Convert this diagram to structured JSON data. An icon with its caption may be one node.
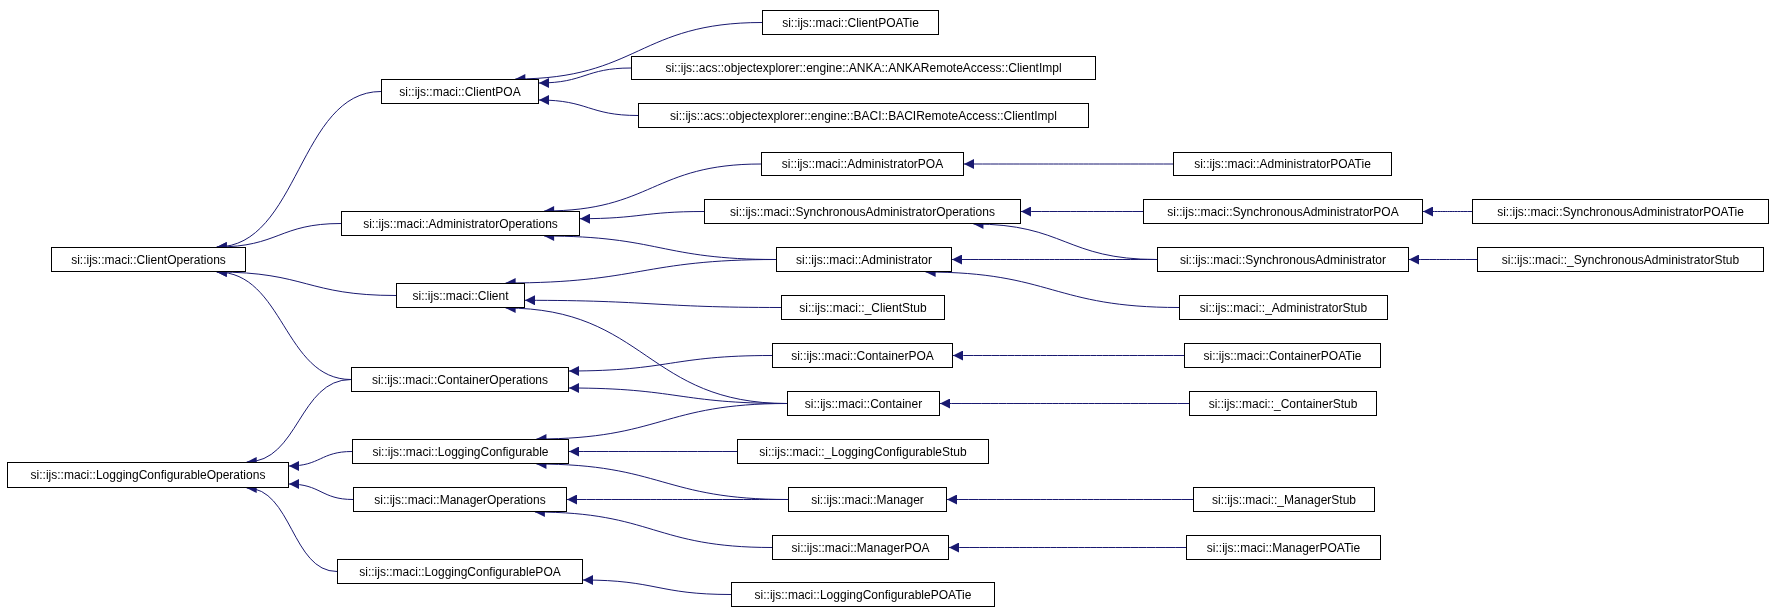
{
  "diagram": {
    "nodes": [
      {
        "text": [
          "si::ijs::maci::ClientOperations"
        ]
      },
      {
        "text": [
          "si::ijs::maci::ClientPOA"
        ]
      },
      {
        "text": [
          "si::ijs::maci::ClientPOATie"
        ]
      },
      {
        "text": [
          "si::ijs::acs::objectexplorer::engine::ANKA::ANKARemoteAccess::ClientImpl"
        ]
      },
      {
        "text": [
          "si::ijs::acs::objectexplorer::engine::BACI::BACIRemoteAccess::ClientImpl"
        ]
      },
      {
        "text": [
          "si::ijs::maci::AdministratorOperations"
        ]
      },
      {
        "text": [
          "si::ijs::maci::AdministratorPOA"
        ]
      },
      {
        "text": [
          "si::ijs::maci::AdministratorPOATie"
        ]
      },
      {
        "text": [
          "si::ijs::maci::SynchronousAdministratorOperations"
        ]
      },
      {
        "text": [
          "si::ijs::maci::SynchronousAdministratorPOA"
        ]
      },
      {
        "text": [
          "si::ijs::maci::SynchronousAdministratorPOATie"
        ]
      },
      {
        "text": [
          "si::ijs::maci::Administrator"
        ]
      },
      {
        "text": [
          "si::ijs::maci::SynchronousAdministrator"
        ]
      },
      {
        "text": [
          "si::ijs::maci::_SynchronousAdministratorStub"
        ]
      },
      {
        "text": [
          "si::ijs::maci::Client"
        ]
      },
      {
        "text": [
          "si::ijs::maci::_ClientStub"
        ]
      },
      {
        "text": [
          "si::ijs::maci::_AdministratorStub"
        ]
      },
      {
        "text": [
          "si::ijs::maci::ContainerOperations"
        ]
      },
      {
        "text": [
          "si::ijs::maci::ContainerPOA"
        ]
      },
      {
        "text": [
          "si::ijs::maci::ContainerPOATie"
        ]
      },
      {
        "text": [
          "si::ijs::maci::Container"
        ]
      },
      {
        "text": [
          "si::ijs::maci::_ContainerStub"
        ]
      },
      {
        "text": [
          "si::ijs::maci::LoggingConfigurableOperations"
        ]
      },
      {
        "text": [
          "si::ijs::maci::LoggingConfigurable"
        ]
      },
      {
        "text": [
          "si::ijs::maci::_LoggingConfigurableStub"
        ]
      },
      {
        "text": [
          "si::ijs::maci::ManagerOperations"
        ]
      },
      {
        "text": [
          "si::ijs::maci::Manager"
        ]
      },
      {
        "text": [
          "si::ijs::maci::_ManagerStub"
        ]
      },
      {
        "text": [
          "si::ijs::maci::ManagerPOA"
        ]
      },
      {
        "text": [
          "si::ijs::maci::ManagerPOATie"
        ]
      },
      {
        "text": [
          "si::ijs::maci::LoggingConfigurablePOA"
        ]
      },
      {
        "text": [
          "si::ijs::maci::LoggingConfigurablePOATie"
        ]
      }
    ],
    "edges": [
      {
        "from": 1,
        "to": 0,
        "arrow": "to"
      },
      {
        "from": 5,
        "to": 0,
        "arrow": "to"
      },
      {
        "from": 14,
        "to": 0,
        "arrow": "to"
      },
      {
        "from": 17,
        "to": 0,
        "arrow": "to"
      },
      {
        "from": 2,
        "to": 1,
        "arrow": "to"
      },
      {
        "from": 3,
        "to": 1,
        "arrow": "to"
      },
      {
        "from": 4,
        "to": 1,
        "arrow": "to"
      },
      {
        "from": 6,
        "to": 5,
        "arrow": "to"
      },
      {
        "from": 8,
        "to": 5,
        "arrow": "to"
      },
      {
        "from": 11,
        "to": 5,
        "arrow": "to"
      },
      {
        "from": 7,
        "to": 6,
        "arrow": "to"
      },
      {
        "from": 9,
        "to": 8,
        "arrow": "to"
      },
      {
        "from": 12,
        "to": 8,
        "arrow": "to"
      },
      {
        "from": 10,
        "to": 9,
        "arrow": "to"
      },
      {
        "from": 12,
        "to": 11,
        "arrow": "to"
      },
      {
        "from": 16,
        "to": 11,
        "arrow": "to"
      },
      {
        "from": 13,
        "to": 12,
        "arrow": "to"
      },
      {
        "from": 11,
        "to": 14,
        "arrow": "to"
      },
      {
        "from": 15,
        "to": 14,
        "arrow": "to"
      },
      {
        "from": 20,
        "to": 14,
        "arrow": "to"
      },
      {
        "from": 18,
        "to": 17,
        "arrow": "to"
      },
      {
        "from": 20,
        "to": 17,
        "arrow": "to"
      },
      {
        "from": 19,
        "to": 18,
        "arrow": "to"
      },
      {
        "from": 21,
        "to": 20,
        "arrow": "to"
      },
      {
        "from": 17,
        "to": 22,
        "arrow": "to"
      },
      {
        "from": 23,
        "to": 22,
        "arrow": "to"
      },
      {
        "from": 25,
        "to": 22,
        "arrow": "to"
      },
      {
        "from": 30,
        "to": 22,
        "arrow": "to"
      },
      {
        "from": 20,
        "to": 23,
        "arrow": "to"
      },
      {
        "from": 24,
        "to": 23,
        "arrow": "to"
      },
      {
        "from": 26,
        "to": 23,
        "arrow": "to"
      },
      {
        "from": 26,
        "to": 25,
        "arrow": "to"
      },
      {
        "from": 28,
        "to": 25,
        "arrow": "to"
      },
      {
        "from": 27,
        "to": 26,
        "arrow": "to"
      },
      {
        "from": 29,
        "to": 28,
        "arrow": "to"
      },
      {
        "from": 31,
        "to": 30,
        "arrow": "to"
      }
    ]
  }
}
